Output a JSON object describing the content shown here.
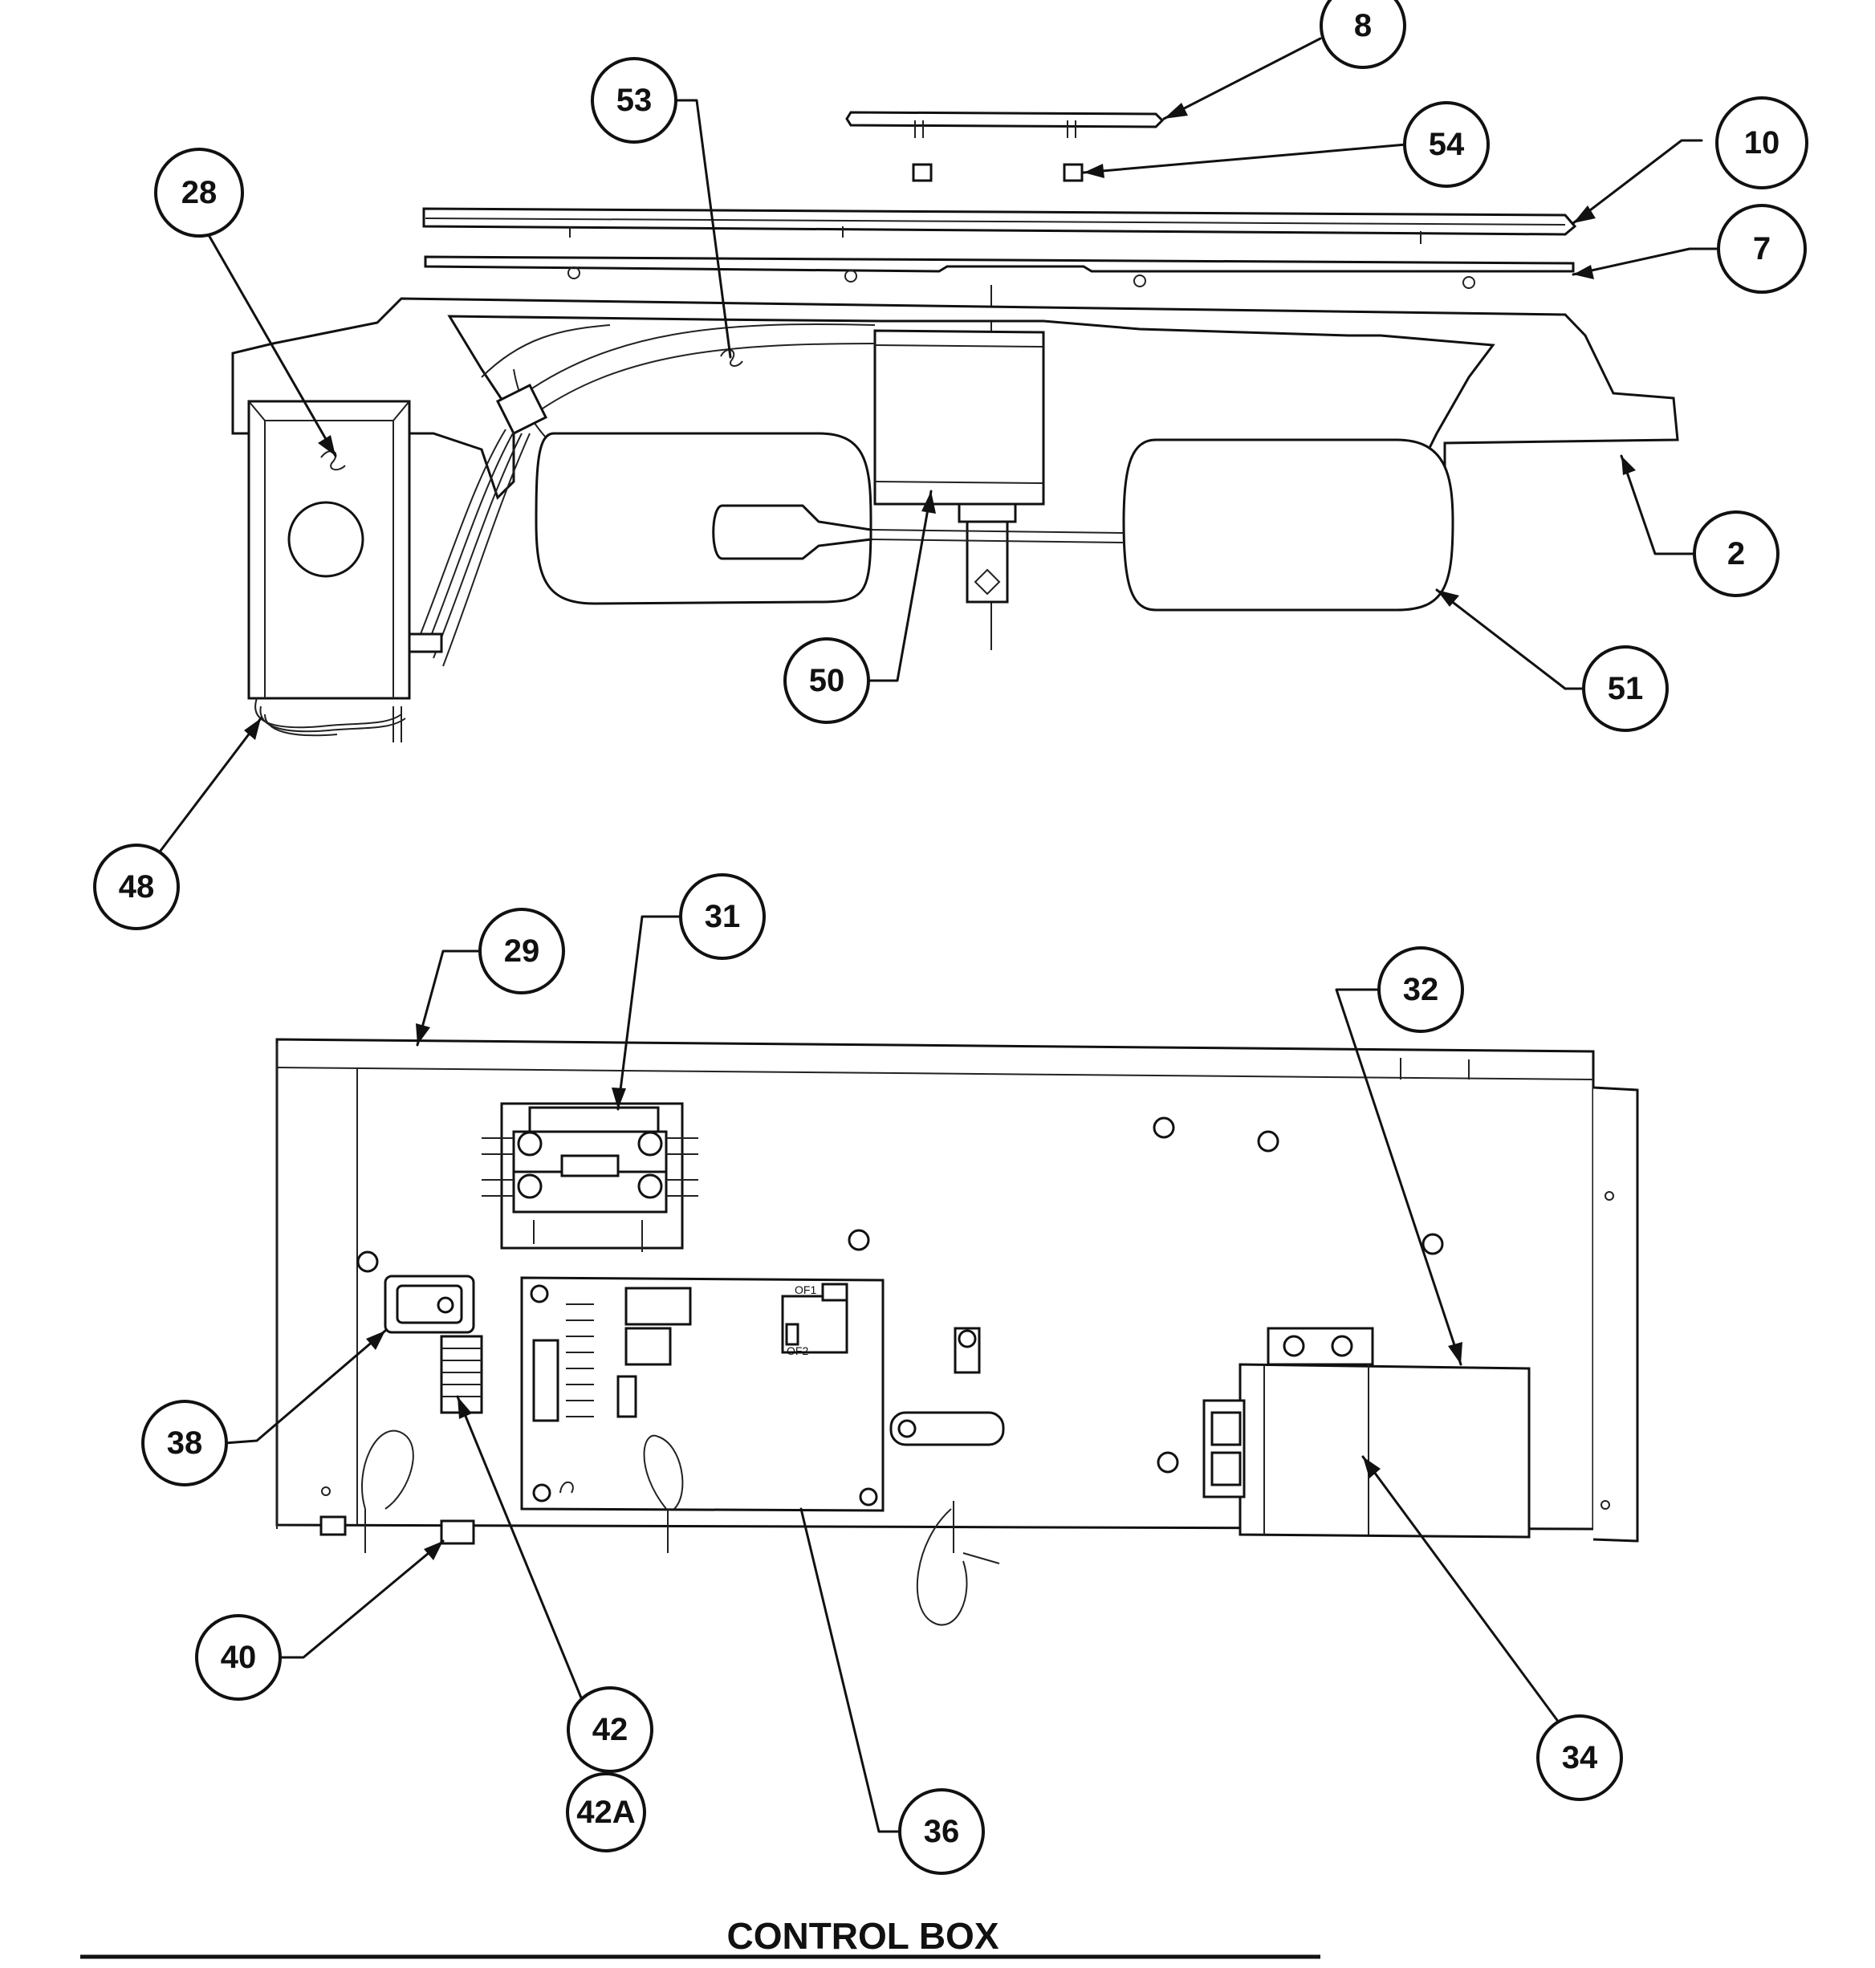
{
  "title": "CONTROL BOX",
  "callouts": [
    {
      "id": "c8",
      "label": "8"
    },
    {
      "id": "c53",
      "label": "53"
    },
    {
      "id": "c54",
      "label": "54"
    },
    {
      "id": "c10",
      "label": "10"
    },
    {
      "id": "c28",
      "label": "28"
    },
    {
      "id": "c7",
      "label": "7"
    },
    {
      "id": "c2",
      "label": "2"
    },
    {
      "id": "c50",
      "label": "50"
    },
    {
      "id": "c51",
      "label": "51"
    },
    {
      "id": "c48",
      "label": "48"
    },
    {
      "id": "c31",
      "label": "31"
    },
    {
      "id": "c29",
      "label": "29"
    },
    {
      "id": "c32",
      "label": "32"
    },
    {
      "id": "c38",
      "label": "38"
    },
    {
      "id": "c40",
      "label": "40"
    },
    {
      "id": "c42",
      "label": "42"
    },
    {
      "id": "c42a",
      "label": "42A"
    },
    {
      "id": "c36",
      "label": "36"
    },
    {
      "id": "c34",
      "label": "34"
    }
  ],
  "pcb_labels": {
    "of1": "OF1",
    "of2": "OF2"
  }
}
